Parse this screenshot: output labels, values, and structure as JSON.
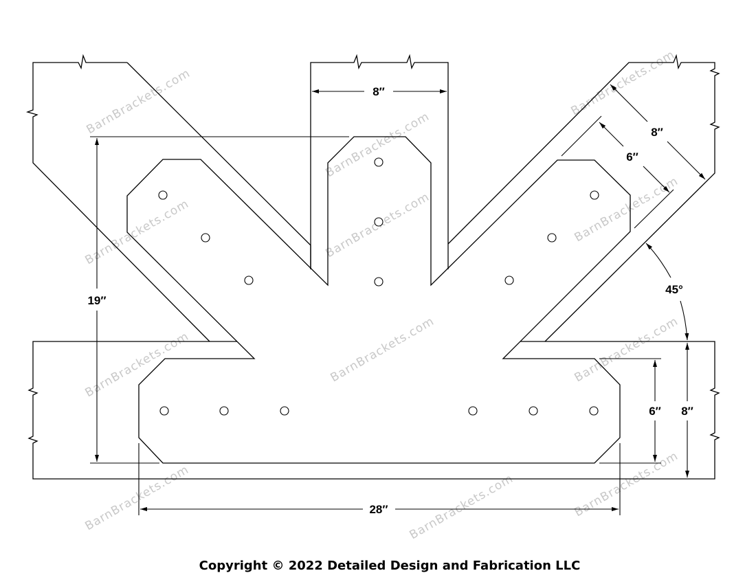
{
  "drawing": {
    "dimensions": {
      "post_width": "8″",
      "brace_width": "8″",
      "brace_plate_width": "6″",
      "angle": "45°",
      "height": "19″",
      "plate_height": "6″",
      "beam_height": "8″",
      "length": "28″"
    },
    "watermark": "BarnBrackets.com",
    "copyright": "Copyright © 2022 Detailed Design and Fabrication LLC",
    "line_color": "#000000",
    "watermark_color": "#c8c8c8"
  }
}
